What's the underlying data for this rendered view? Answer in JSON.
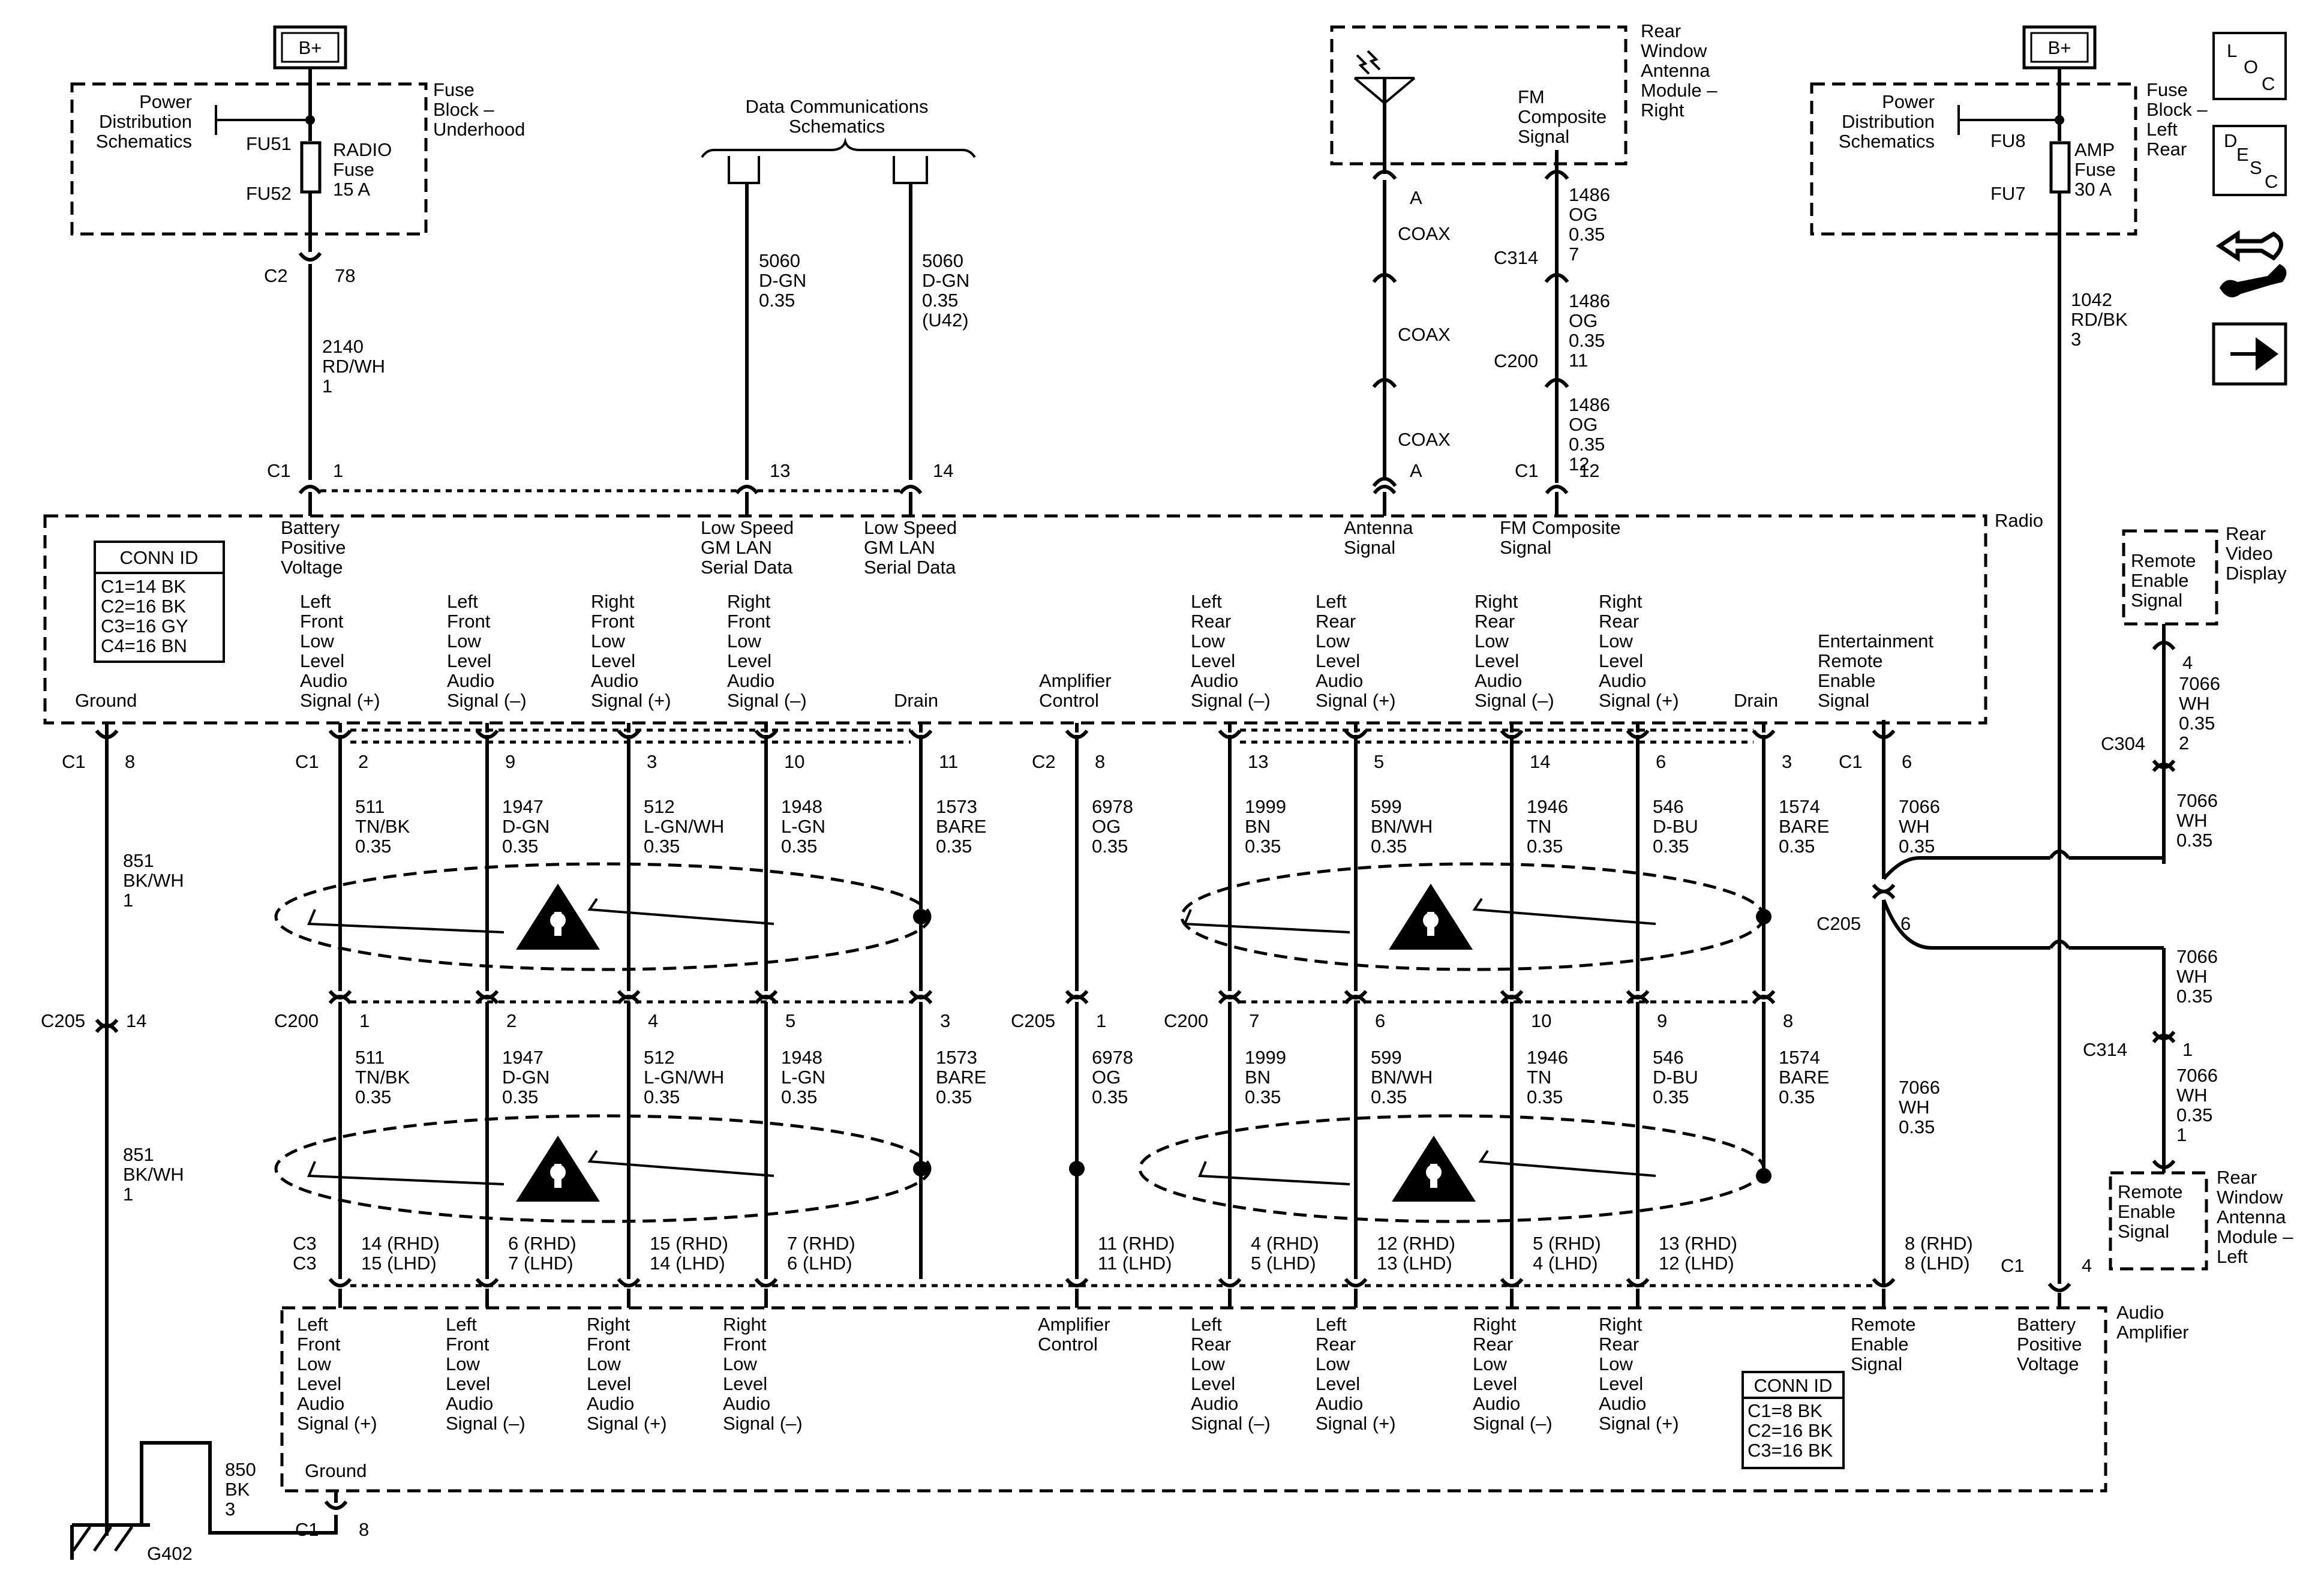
{
  "sources": {
    "left_bplus": "B+",
    "right_bplus": "B+"
  },
  "fuse_left": {
    "pds": "Power Distribution Schematics",
    "fu_top": "FU51",
    "fu_bot": "FU52",
    "fuse": "RADIO Fuse 15 A",
    "block": "Fuse Block – Underhood"
  },
  "fuse_right": {
    "pds": "Power Distribution Schematics",
    "fu_top": "FU8",
    "fu_bot": "FU7",
    "fuse": "AMP Fuse 30 A",
    "block": "Fuse Block – Left Rear"
  },
  "data_comm": "Data Communications Schematics",
  "antenna_module": {
    "name": "Rear Window Antenna Module – Right",
    "fm": "FM Composite Signal"
  },
  "nav_icons": [
    "loc-icon",
    "desc-icon",
    "connector-icon",
    "wrench-icon",
    "arrow-right-icon"
  ],
  "radio": {
    "name": "Radio",
    "conn_id_title": "CONN ID",
    "conn_ids": [
      "C1=14 BK",
      "C2=16 BK",
      "C3=16 GY",
      "C4=16 BN"
    ],
    "top_pins": [
      {
        "label": "Battery Positive Voltage",
        "conn": "C1",
        "pin": "1"
      },
      {
        "label": "Low Speed GM LAN Serial Data",
        "pin": "13"
      },
      {
        "label": "Low Speed GM LAN Serial Data",
        "pin": "14"
      },
      {
        "label": "Antenna Signal",
        "pin": "A"
      },
      {
        "label": "FM Composite Signal",
        "conn": "C1",
        "pin": "12"
      }
    ],
    "bottom_pins": [
      {
        "label": "Ground",
        "conn": "C1",
        "pin": "8"
      },
      {
        "label": "Left Front Low Level Audio Signal (+)",
        "conn": "C1",
        "pin": "2"
      },
      {
        "label": "Left Front Low Level Audio Signal (–)",
        "pin": "9"
      },
      {
        "label": "Right Front Low Level Audio Signal (+)",
        "pin": "3"
      },
      {
        "label": "Right Front Low Level Audio Signal (–)",
        "pin": "10"
      },
      {
        "label": "Drain",
        "pin": "11"
      },
      {
        "label": "Amplifier Control",
        "conn": "C2",
        "pin": "8"
      },
      {
        "label": "Left Rear Low Level Audio Signal (–)",
        "pin": "13"
      },
      {
        "label": "Left Rear Low Level Audio Signal (+)",
        "pin": "5"
      },
      {
        "label": "Right Rear Low Level Audio Signal (–)",
        "pin": "14"
      },
      {
        "label": "Right Rear Low Level Audio Signal (+)",
        "pin": "6"
      },
      {
        "label": "Drain",
        "pin": "3"
      },
      {
        "label": "Entertainment Remote Enable Signal",
        "conn": "C1",
        "pin": "6"
      }
    ]
  },
  "upper_wires": [
    {
      "circuit": "2140 RD/WH 1"
    },
    {
      "circuit": "5060 D-GN 0.35"
    },
    {
      "circuit": "5060 D-GN 0.35 (U42)"
    },
    {
      "circuit": "1042 RD/BK 3"
    },
    {
      "c2": "C2",
      "c2pin": "78"
    }
  ],
  "coax": [
    "COAX",
    "COAX",
    "COAX"
  ],
  "fm_wire": [
    {
      "circuit": "1486 OG 0.35",
      "conn": "C314",
      "pin": "7"
    },
    {
      "circuit": "1486 OG 0.35",
      "conn": "C200",
      "pin": "11"
    },
    {
      "circuit": "1486 OG 0.35"
    }
  ],
  "mid_wires": [
    {
      "circuit": "851 BK/WH 1"
    },
    {
      "circuit": "511 TN/BK 0.35"
    },
    {
      "circuit": "1947 D-GN 0.35"
    },
    {
      "circuit": "512 L-GN/WH 0.35"
    },
    {
      "circuit": "1948 L-GN 0.35"
    },
    {
      "circuit": "1573 BARE 0.35"
    },
    {
      "circuit": "6978 OG 0.35"
    },
    {
      "circuit": "1999 BN 0.35"
    },
    {
      "circuit": "599 BN/WH 0.35"
    },
    {
      "circuit": "1946 TN 0.35"
    },
    {
      "circuit": "546 D-BU 0.35"
    },
    {
      "circuit": "1574 BARE 0.35"
    },
    {
      "circuit": "7066 WH 0.35"
    }
  ],
  "inline_row": [
    {
      "conn": "C205",
      "pin": "14"
    },
    {
      "conn": "C200",
      "pin": "1"
    },
    {
      "pin": "2"
    },
    {
      "pin": "4"
    },
    {
      "pin": "5"
    },
    {
      "pin": "3"
    },
    {
      "conn": "C205",
      "pin": "1"
    },
    {
      "conn": "C200",
      "pin": "7"
    },
    {
      "pin": "6"
    },
    {
      "pin": "10"
    },
    {
      "pin": "9"
    },
    {
      "pin": "8"
    }
  ],
  "splice": {
    "conn": "C205",
    "pin": "6"
  },
  "amp_pins": [
    {
      "conn": "C3",
      "rhd": "14 (RHD)",
      "lhd": "15 (LHD)",
      "label": "Left Front Low Level Audio Signal (+)"
    },
    {
      "rhd": "6 (RHD)",
      "lhd": "7 (LHD)",
      "label": "Left Front Low Level Audio Signal (–)"
    },
    {
      "rhd": "15 (RHD)",
      "lhd": "14 (LHD)",
      "label": "Right Front Low Level Audio Signal (+)"
    },
    {
      "rhd": "7 (RHD)",
      "lhd": "6 (LHD)",
      "label": "Right Front Low Level Audio Signal (–)"
    },
    {
      "rhd": "11 (RHD)",
      "lhd": "11 (LHD)",
      "label": "Amplifier Control"
    },
    {
      "rhd": "4 (RHD)",
      "lhd": "5 (LHD)",
      "label": "Left Rear Low Level Audio Signal (–)"
    },
    {
      "rhd": "12 (RHD)",
      "lhd": "13 (LHD)",
      "label": "Left Rear Low Level Audio Signal (+)"
    },
    {
      "rhd": "5 (RHD)",
      "lhd": "4 (LHD)",
      "label": "Right Rear Low Level Audio Signal (–)"
    },
    {
      "rhd": "13 (RHD)",
      "lhd": "12 (LHD)",
      "label": "Right Rear Low Level Audio Signal (+)"
    },
    {
      "rhd": "8 (RHD)",
      "lhd": "8 (LHD)",
      "label": "Remote Enable Signal"
    }
  ],
  "amplifier": {
    "name": "Audio Amplifier",
    "battery": "Battery Positive Voltage",
    "batt_conn": "C1",
    "batt_pin": "4",
    "ground": "Ground",
    "gnd_conn": "C1",
    "gnd_pin": "8",
    "conn_id_title": "CONN ID",
    "conn_ids": [
      "C1=8 BK",
      "C2=16 BK",
      "C3=16 BK"
    ]
  },
  "ground_wire": {
    "circuit": "850 BK 3",
    "ground": "G402"
  },
  "rear_video": {
    "name": "Rear Video Display",
    "signal": "Remote Enable Signal",
    "pin": "4",
    "wire1": "7066 WH 0.35",
    "c304": "C304",
    "c304pin": "2",
    "wire2": "7066 WH 0.35"
  },
  "rear_left_antenna": {
    "name": "Rear Window Antenna Module – Left",
    "signal": "Remote Enable Signal",
    "pin": "1",
    "wire1": "7066 WH 0.35",
    "c314": "C314",
    "c314pin": "1",
    "wire2": "7066 WH 0.35"
  }
}
